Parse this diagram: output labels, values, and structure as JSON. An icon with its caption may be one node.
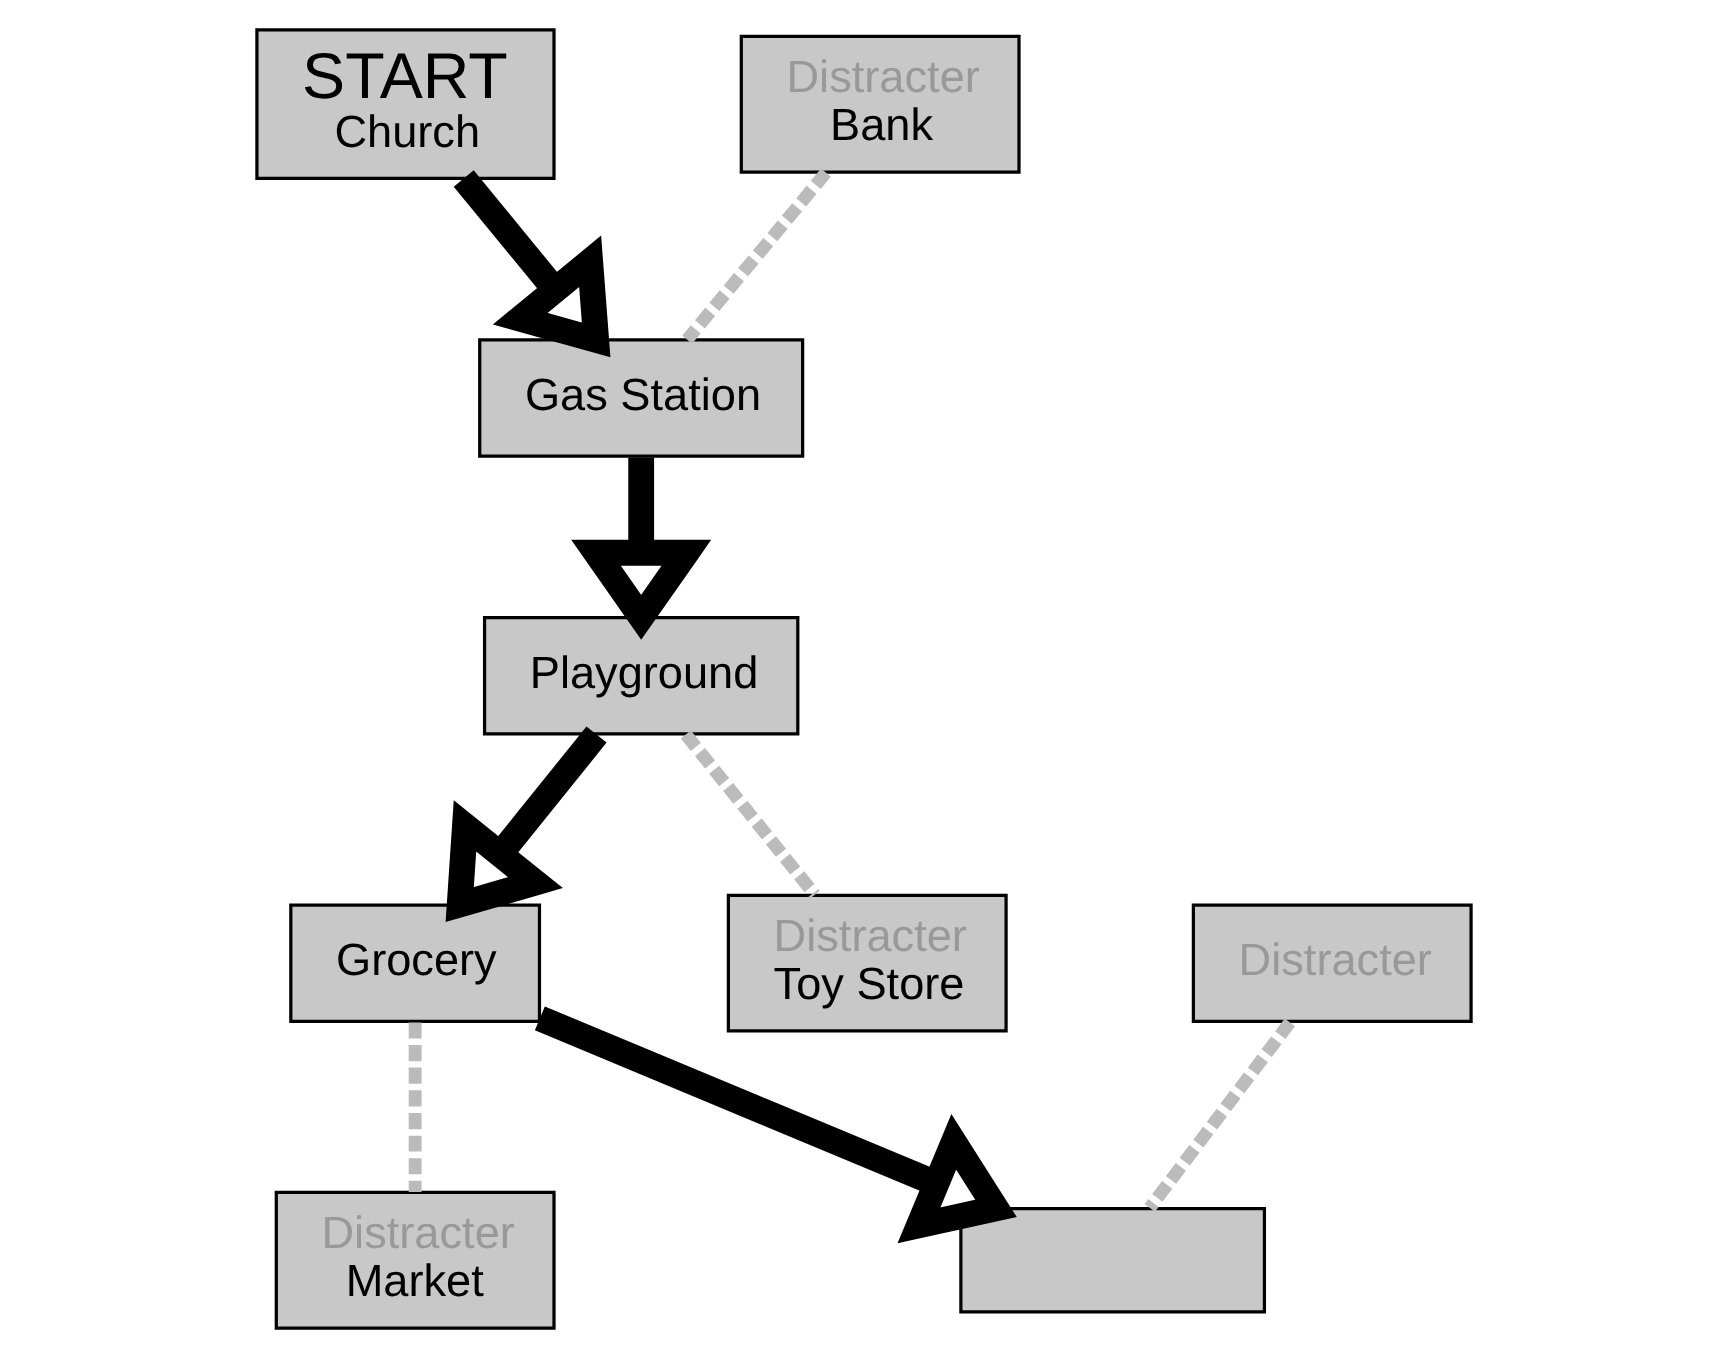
{
  "diagram": {
    "nodes": [
      {
        "text": [
          "START",
          "Church"
        ]
      },
      {
        "text": [
          "Distracter",
          "Bank"
        ]
      },
      {
        "text": [
          "Distracter"
        ]
      },
      {
        "text": [
          "Grocery"
        ]
      },
      {
        "text": [
          "Gas Station"
        ]
      },
      {
        "text": [
          "Distracter",
          "Market"
        ]
      },
      {
        "text": [],
        "shape": "box"
      },
      {
        "text": [
          "Distracter",
          "Toy Store"
        ]
      },
      {
        "text": [
          "Playground"
        ]
      }
    ],
    "edges": [
      {
        "from": 0,
        "to": 4,
        "arrow": "to",
        "style": "thick"
      },
      {
        "from": 4,
        "to": 8,
        "arrow": "to",
        "style": "thick"
      },
      {
        "from": 8,
        "to": 3,
        "arrow": "to",
        "style": "thick"
      },
      {
        "from": 3,
        "to": 6,
        "arrow": "to",
        "style": "thick"
      },
      {
        "from": 1,
        "to": 4,
        "arrow": "none",
        "style": "dashed",
        "color": "#bbbbbb"
      },
      {
        "from": 3,
        "to": 5,
        "arrow": "none",
        "style": "dashed",
        "color": "#bbbbbb"
      },
      {
        "from": 2,
        "to": 6,
        "arrow": "none",
        "style": "dashed",
        "color": "#bbbbbb"
      },
      {
        "from": 8,
        "to": 7,
        "arrow": "none",
        "style": "dashed",
        "color": "#bbbbbb"
      }
    ]
  }
}
